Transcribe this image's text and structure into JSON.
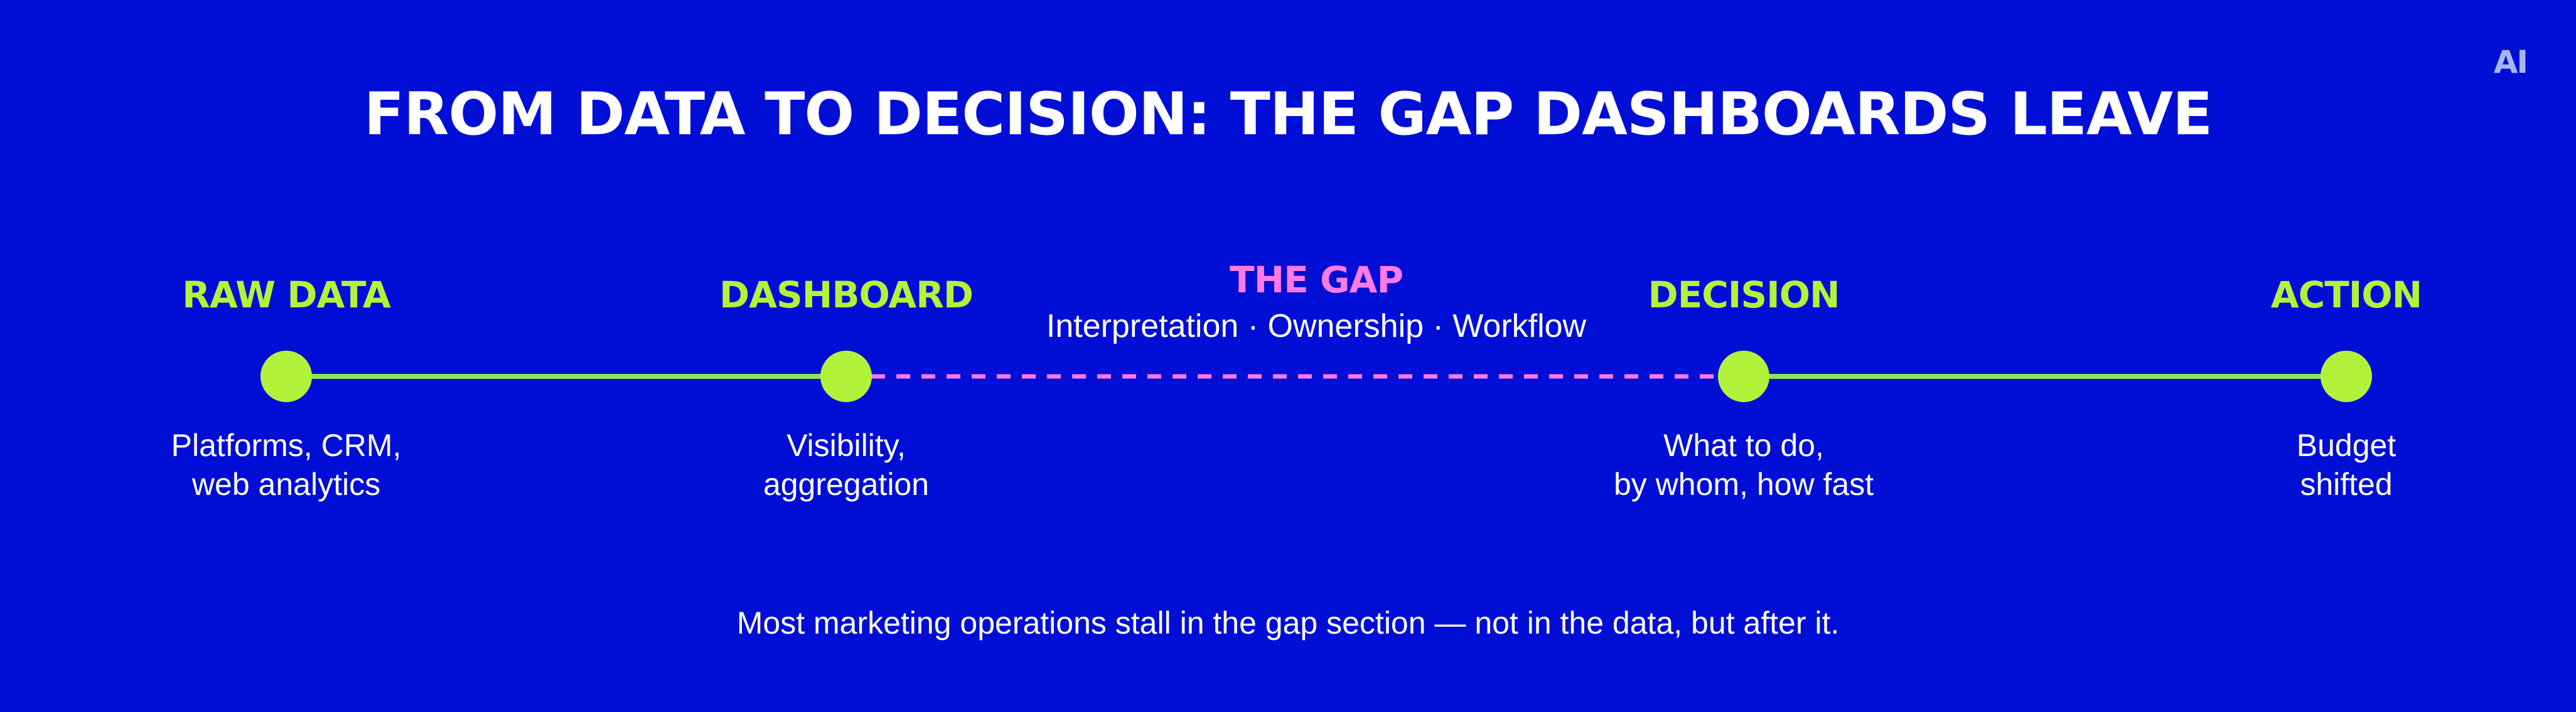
{
  "logo": "AI",
  "title": "FROM DATA TO DECISION: THE GAP DASHBOARDS LEAVE",
  "stages": [
    {
      "title": "RAW DATA",
      "desc": [
        "Platforms, CRM,",
        "web analytics"
      ]
    },
    {
      "title": "DASHBOARD",
      "desc": [
        "Visibility,",
        "aggregation"
      ]
    },
    {
      "title": "DECISION",
      "desc": [
        "What to do,",
        "by whom, how fast"
      ]
    },
    {
      "title": "ACTION",
      "desc": [
        "Budget",
        "shifted"
      ]
    }
  ],
  "gap": {
    "title": "THE GAP",
    "subtitle": "Interpretation · Ownership · Workflow"
  },
  "footnote": "Most marketing operations stall in the gap section — not in the data, but after it.",
  "colors": {
    "background": "#000ED6",
    "node": "#B3F23B",
    "solid_line": "#8CE65A",
    "gap_line": "#FF7AE6",
    "title": "#FFFFFF",
    "logo": "#A9B5F2"
  }
}
